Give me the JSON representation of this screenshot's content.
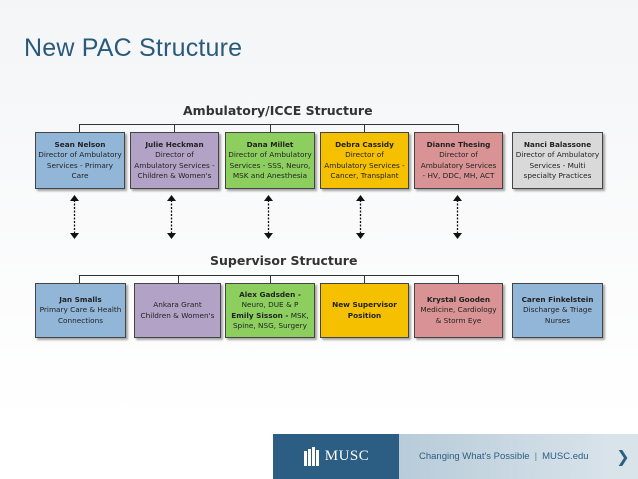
{
  "slide_title": "New PAC Structure",
  "ambulatory": {
    "title": "Ambulatory/ICCE Structure",
    "boxes": [
      {
        "name": "Sean Nelson",
        "desc": "Director of Ambulatory\nServices - Primary Care",
        "color": "#92b6d8"
      },
      {
        "name": "Julie Heckman",
        "desc": "Director of\nAmbulatory Services -\nChildren & Women's",
        "color": "#b2a3c6"
      },
      {
        "name": "Dana Millet",
        "desc": "Director of Ambulatory\nServices - SSS, Neuro,\nMSK and Anesthesia",
        "color": "#8dcf5f"
      },
      {
        "name": "Debra Cassidy",
        "desc": "Director of\nAmbulatory Services -\nCancer, Transplant",
        "color": "#f5c000"
      },
      {
        "name": "Dianne Thesing",
        "desc": "Director of\nAmbulatory Services\n- HV, DDC, MH, ACT",
        "color": "#d99394"
      },
      {
        "name": "Nanci Balassone",
        "desc": "Director of Ambulatory\nServices - Multi\nspecialty Practices",
        "color": "#d9d9d9"
      }
    ]
  },
  "supervisor": {
    "title": "Supervisor Structure",
    "boxes": [
      {
        "name": "Jan Smalls",
        "desc": "Primary Care & Health\nConnections"
      },
      {
        "name": "",
        "desc": "Ankara Grant\nChildren & Women's"
      },
      {
        "name": "Alex Gadsden -",
        "desc": "Neuro, DUE & P",
        "name2": "Emily Sisson -",
        "desc2": "MSK,\nSpine, NSG, Surgery"
      },
      {
        "name": "New Supervisor\nPosition",
        "desc": ""
      },
      {
        "name": "Krystal Gooden",
        "desc": "Medicine, Cardiology\n& Storm Eye"
      },
      {
        "name": "Caren Finkelstein",
        "desc": "Discharge & Triage\nNurses"
      }
    ]
  },
  "footer": {
    "logo_text": "MUSC",
    "tagline": "Changing What's Possible",
    "separator": "|",
    "url": "MUSC.edu",
    "chevron": "❯"
  }
}
